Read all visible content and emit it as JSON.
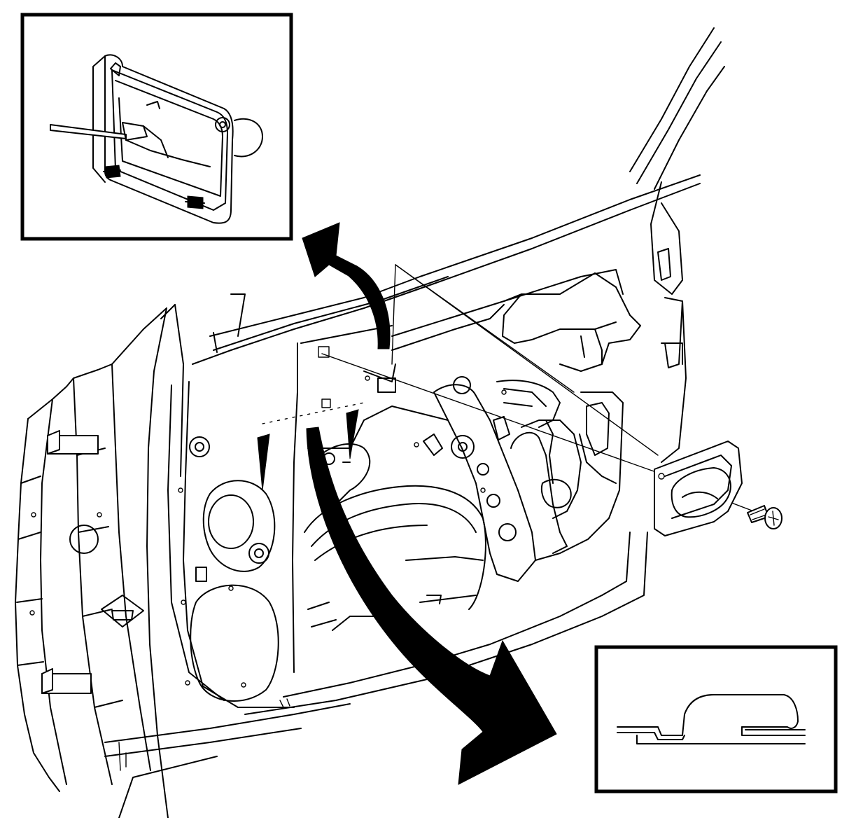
{
  "figure": {
    "colors": {
      "line": "#000000",
      "background": "#ffffff"
    },
    "callouts": [
      {
        "name": "inset-lock-rod-clip",
        "icon": "detail-inset"
      },
      {
        "name": "inset-seal-profile",
        "icon": "detail-inset"
      }
    ],
    "arrows": [
      {
        "name": "arrow-to-upper-inset",
        "icon": "curved-arrow"
      },
      {
        "name": "arrow-to-lower-inset",
        "icon": "curved-arrow"
      }
    ],
    "parts": [
      {
        "name": "door-inner-panel"
      },
      {
        "name": "outside-handle-housing"
      },
      {
        "name": "screw"
      }
    ]
  }
}
